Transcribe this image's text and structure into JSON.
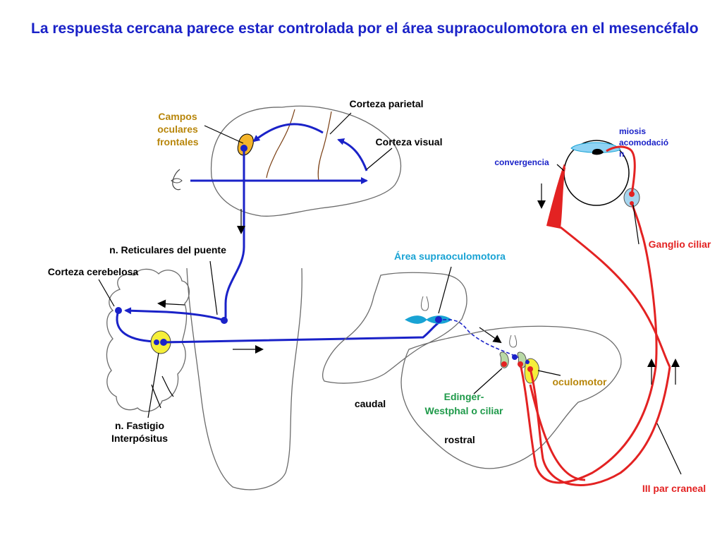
{
  "title": "La respuesta cercana parece estar controlada por el área supraoculomotora en el mesencéfalo",
  "labels": {
    "corteza_parietal": "Corteza parietal",
    "campos_1": "Campos",
    "campos_2": "oculares",
    "campos_3": "frontales",
    "corteza_visual": "Corteza visual",
    "reticulares": "n. Reticulares del puente",
    "corteza_cerebelosa": "Corteza cerebelosa",
    "area_supra": "Área supraoculomotora",
    "miosis": "miosis",
    "acomodacion_1": "acomodació",
    "acomodacion_2": "n",
    "convergencia": "convergencia",
    "ganglio_ciliar": "Ganglio ciliar",
    "oculomotor": "oculomotor",
    "edinger_1": "Edinger-",
    "edinger_2": "Westphal o ciliar",
    "caudal": "caudal",
    "rostral": "rostral",
    "fastigio_1": "n. Fastigio",
    "fastigio_2": "Interpósitus",
    "iii_par": "III par craneal"
  },
  "colors": {
    "pathway_blue": "#1a22c8",
    "pathway_red": "#e32222",
    "fef_fill": "#f5b52a",
    "nucleus_yellow": "#f5ef3a",
    "cyan": "#19a3d4",
    "green_nucleus": "#b9d9a6"
  }
}
